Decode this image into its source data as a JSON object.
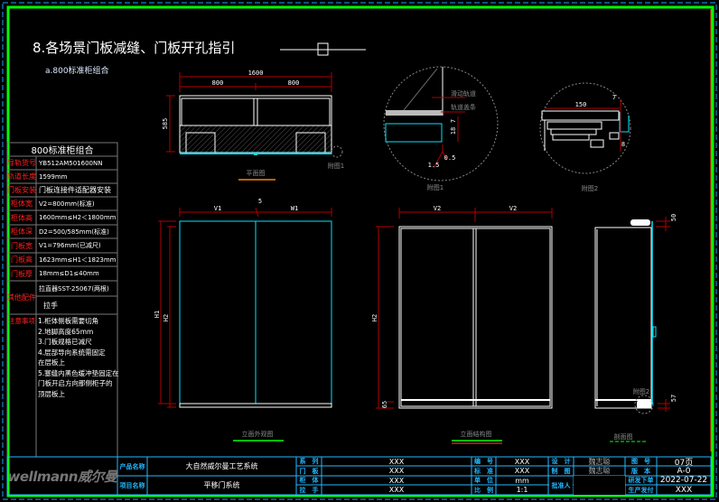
{
  "title": "8.各场景门板减缝、门板开孔指引",
  "subtitle": "a.800标准柜组合",
  "spec_table": {
    "header": "800标准柜组合",
    "rows": [
      {
        "label": "导轨货号",
        "value": "YB512AM501600NN"
      },
      {
        "label": "轨道长度",
        "value": "1599mm"
      },
      {
        "label": "门板安装",
        "value": "门板连接件适配器安装"
      },
      {
        "label": "柜体宽",
        "value": "V2=800mm(标准)"
      },
      {
        "label": "柜体高",
        "value": "1600mm≤H2＜1800mm"
      },
      {
        "label": "柜体深",
        "value": "D2=500/585mm(标准)"
      },
      {
        "label": "门板宽",
        "value": "V1=796mm(已减尺)"
      },
      {
        "label": "门板高",
        "value": "1623mm≤H1＜1823mm"
      },
      {
        "label": "门板厚",
        "value": "18mm≤D1≤40mm"
      }
    ],
    "other_label": "其他配件",
    "other_values": [
      "拉直器SST-25067(两根)",
      "拉手"
    ],
    "notes_label": "注意事项",
    "notes": [
      "1.柜体侧板需要切角",
      "2.地脚高度65mm",
      "3.门板规格已减尺",
      "4.层部导向系统需固定",
      "在层板上",
      "5.塞缝内黑色缓冲垫固定在",
      "门板开启方向那侧柜子的",
      "顶层板上"
    ]
  },
  "drawings": {
    "plan": {
      "label": "平面图",
      "dim_total": "1600",
      "dim_left": "800",
      "dim_right": "800",
      "dim_depth": "585",
      "detail_ref": "附图1"
    },
    "detail1": {
      "label": "附图1",
      "note_a": "滑动轨道",
      "note_b": "轨道盖条",
      "dim_a": "7",
      "dim_b": "18",
      "dim_c": "1.5",
      "dim_d": "0.5"
    },
    "detail2": {
      "label": "附图2",
      "dim_a": "150",
      "dim_b": "7",
      "dim_c": "8"
    },
    "front": {
      "label": "立面外观图",
      "dim_v1": "V1",
      "dim_w1": "W1",
      "dim_gap": "5",
      "dim_h1": "H1",
      "dim_h2": "H2"
    },
    "structure": {
      "label": "立面结构图",
      "dim_v2a": "V2",
      "dim_v2b": "V2",
      "dim_h2": "H2",
      "dim_foot": "65"
    },
    "section": {
      "label": "剖面图",
      "dim_top": "50",
      "dim_bottom": "57",
      "detail_ref": "附图2"
    }
  },
  "title_block": {
    "logo": "wellmann威尔曼",
    "product_label": "产品名称",
    "product_value": "大自然威尔曼工艺系统",
    "project_label": "项目名称",
    "project_value": "平移门系统",
    "rows": [
      {
        "l1": "系　列",
        "v1": "XXX",
        "l2": "编　号",
        "v2": "XXX",
        "l3": "设　计",
        "v3": "魏志聪",
        "l4": "图　号",
        "v4": "07页"
      },
      {
        "l1": "门　板",
        "v1": "XXX",
        "l2": "标　准",
        "v2": "XXX",
        "l3": "制　图",
        "v3": "魏志聪",
        "l4": "版　本",
        "v4": "A-0"
      },
      {
        "l1": "柜　体",
        "v1": "XXX",
        "l2": "单　位",
        "v2": "mm",
        "l4": "研发下单",
        "v4": "2022-07-22"
      },
      {
        "l1": "拉　手",
        "v1": "XXX",
        "l2": "比　例",
        "v2": "1:1",
        "l4": "生产发付",
        "v4": "XXX"
      }
    ],
    "approver_label": "批准人"
  },
  "colors": {
    "frame_green": "#00ff00",
    "frame_cyan": "#1ea0ff",
    "dim_red": "#b00000",
    "door_cyan": "#00e5ff",
    "label_red": "#ff2020"
  }
}
